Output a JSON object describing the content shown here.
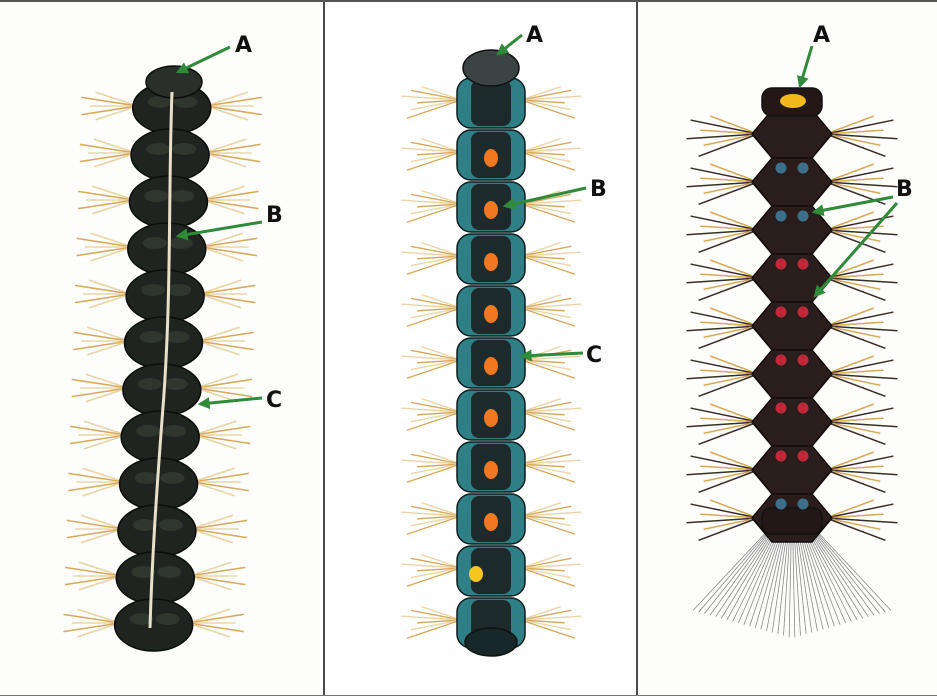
{
  "panels": [
    {
      "body_color": "#1f2420",
      "stripe_color": "#e8e0c8",
      "labels": {
        "a": "A",
        "b": "B",
        "c": "C"
      }
    },
    {
      "body_color": "#1d2a2c",
      "side_color": "#2f7f86",
      "spot_colors": [
        "#f07820",
        "#f5c520"
      ],
      "labels": {
        "a": "A",
        "b": "B",
        "c": "C"
      }
    },
    {
      "body_color": "#2a1e1c",
      "head_spot_color": "#f2b81c",
      "spot_colors": [
        "#3c6f8a",
        "#c0283a"
      ],
      "labels": {
        "a": "A",
        "b": "B"
      }
    }
  ],
  "colors": {
    "pointer": "#2f8a3a",
    "bristle": "#d9a85a",
    "bristle_light": "#e8d6a8",
    "label": "#111111"
  }
}
